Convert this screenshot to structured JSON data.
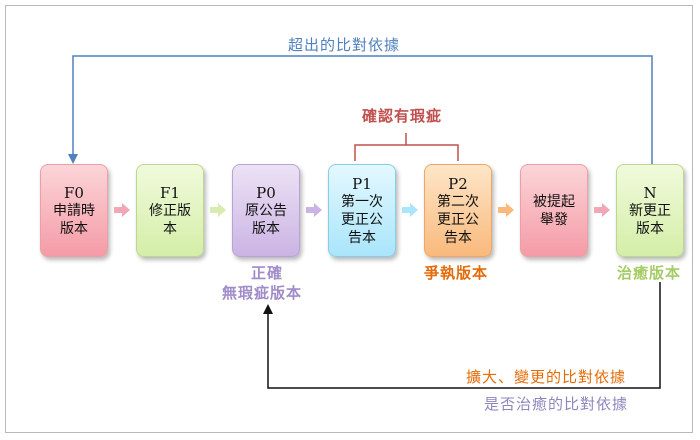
{
  "top_loop_label": "超出的比對依據",
  "bracket_label": "確認有瑕疵",
  "boxes": {
    "f0": {
      "code": "F0",
      "line1": "申請時",
      "line2": "版本"
    },
    "f1": {
      "code": "F1",
      "line1": "修正版",
      "line2": "本"
    },
    "p0": {
      "code": "P0",
      "line1": "原公告",
      "line2": "版本"
    },
    "p1": {
      "code": "P1",
      "line1": "第一次",
      "line2": "更正公",
      "line3": "告本"
    },
    "p2": {
      "code": "P2",
      "line1": "第二次",
      "line2": "更正公",
      "line3": "告本"
    },
    "raised": {
      "line1": "被提起",
      "line2": "舉發"
    },
    "n": {
      "code": "N",
      "line1": "新更正",
      "line2": "版本"
    }
  },
  "labels": {
    "correct": "正確",
    "no_defect_version": "無瑕疵版本",
    "disputed_version": "爭執版本",
    "cure_version": "治癒版本",
    "expand_change_basis": "擴大、變更的比對依據",
    "cure_basis": "是否治癒的比對依據"
  },
  "colors": {
    "top_line": "#4f81bd",
    "bottom_line": "#111111",
    "bracket": "#c0504d",
    "box_arrow": "#f2a7b4",
    "purple_label": "#a08cc8",
    "orange_label": "#e36c09",
    "green_label": "#a6cc68",
    "bottom_label_1": "#e36c09",
    "bottom_label_2": "#8e86bf"
  }
}
